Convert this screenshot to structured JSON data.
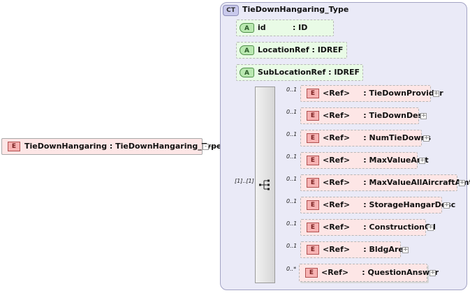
{
  "root_element": {
    "badge": "E",
    "label": "TieDownHangaring : TieDownHangaring_Type"
  },
  "complex_type": {
    "badge": "CT",
    "name": "TieDownHangaring_Type"
  },
  "sequence": {
    "cardinality": "[1]..[1]"
  },
  "attributes": [
    {
      "badge": "A",
      "label": "id          : ID"
    },
    {
      "badge": "A",
      "label": "LocationRef : IDREF"
    },
    {
      "badge": "A",
      "label": "SubLocationRef : IDREF"
    }
  ],
  "elements": [
    {
      "badge": "E",
      "cardinality": "0..1",
      "label": "<Ref>     : TieDownProvider"
    },
    {
      "badge": "E",
      "cardinality": "0..1",
      "label": "<Ref>     : TieDownDesc"
    },
    {
      "badge": "E",
      "cardinality": "0..1",
      "label": "<Ref>     : NumTieDowns"
    },
    {
      "badge": "E",
      "cardinality": "0..1",
      "label": "<Ref>     : MaxValueAmt"
    },
    {
      "badge": "E",
      "cardinality": "0..1",
      "label": "<Ref>     : MaxValueAllAircraftAmt"
    },
    {
      "badge": "E",
      "cardinality": "0..1",
      "label": "<Ref>     : StorageHangarDesc"
    },
    {
      "badge": "E",
      "cardinality": "0..1",
      "label": "<Ref>     : ConstructionCd"
    },
    {
      "badge": "E",
      "cardinality": "0..1",
      "label": "<Ref>     : BldgArea"
    },
    {
      "badge": "E",
      "cardinality": "0..*",
      "label": "<Ref>     : QuestionAnswer"
    }
  ]
}
